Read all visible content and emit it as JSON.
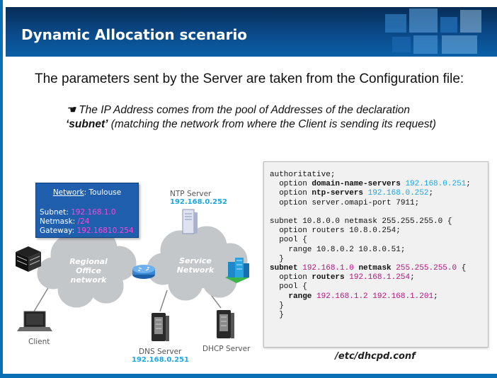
{
  "slide": {
    "title": "Dynamic Allocation scenario",
    "intro": "The parameters sent by the Server are taken from the Configuration file:",
    "bullet_glyph": "☚",
    "bullet_part1": "The IP Address comes from the pool of Addresses of the declaration",
    "bullet_keyword": "‘subnet’",
    "bullet_part2": " (matching the network from where the Client is sending its request)"
  },
  "network_box": {
    "label": "Network",
    "sep": ": ",
    "name": "Toulouse",
    "subnet_label": "Subnet:",
    "subnet_value": "192.168.1.0",
    "netmask_label": "Netmask:",
    "netmask_value": "/24",
    "gateway_label": "Gateway:",
    "gateway_value": "192.16810.254"
  },
  "diagram": {
    "regional_cloud": [
      "Regional",
      "Office",
      "network"
    ],
    "service_cloud": [
      "Service",
      "Network"
    ],
    "ntp_label": "NTP Server",
    "ntp_ip": "192.168.0.252",
    "dns_label": "DNS Server",
    "dns_ip": "192.168.0.251",
    "dhcp_label": "DHCP Server",
    "client_label": "Client"
  },
  "config": {
    "caption": "/etc/dhcpd.conf",
    "lines": {
      "l1": "authoritative;",
      "l2a": "  option ",
      "l2b": "domain-name-servers",
      "l2c": " ",
      "l2d": "192.168.0.251",
      "l2e": ";",
      "l3a": "  option ",
      "l3b": "ntp-servers",
      "l3c": " ",
      "l3d": "192.168.0.252",
      "l3e": ";",
      "l4": "  option server.omapi-port 7911;",
      "l5": "subnet 10.8.0.0 netmask 255.255.255.0 {",
      "l6": "  option routers 10.8.0.254;",
      "l7": "  pool {",
      "l8": "    range 10.8.0.2 10.8.0.51;",
      "l9": "  }",
      "l10a": "subnet",
      "l10b": " ",
      "l10c": "192.168.1.0",
      "l10d": " ",
      "l10e": "netmask",
      "l10f": " ",
      "l10g": "255.255.255.0",
      "l10h": " {",
      "l11a": "  option ",
      "l11b": "routers",
      "l11c": " ",
      "l11d": "192.168.1.254",
      "l11e": ";",
      "l12": "  pool {",
      "l13a": "    ",
      "l13b": "range",
      "l13c": " ",
      "l13d": "192.168.1.2 192.168.1.201",
      "l13e": ";",
      "l14": "  }",
      "l15": "  }"
    }
  },
  "colors": {
    "header_blue": "#0b4a8a",
    "accent_cyan": "#1aa7e6",
    "accent_magenta": "#b8127e",
    "box_blue": "#1f5fae"
  }
}
